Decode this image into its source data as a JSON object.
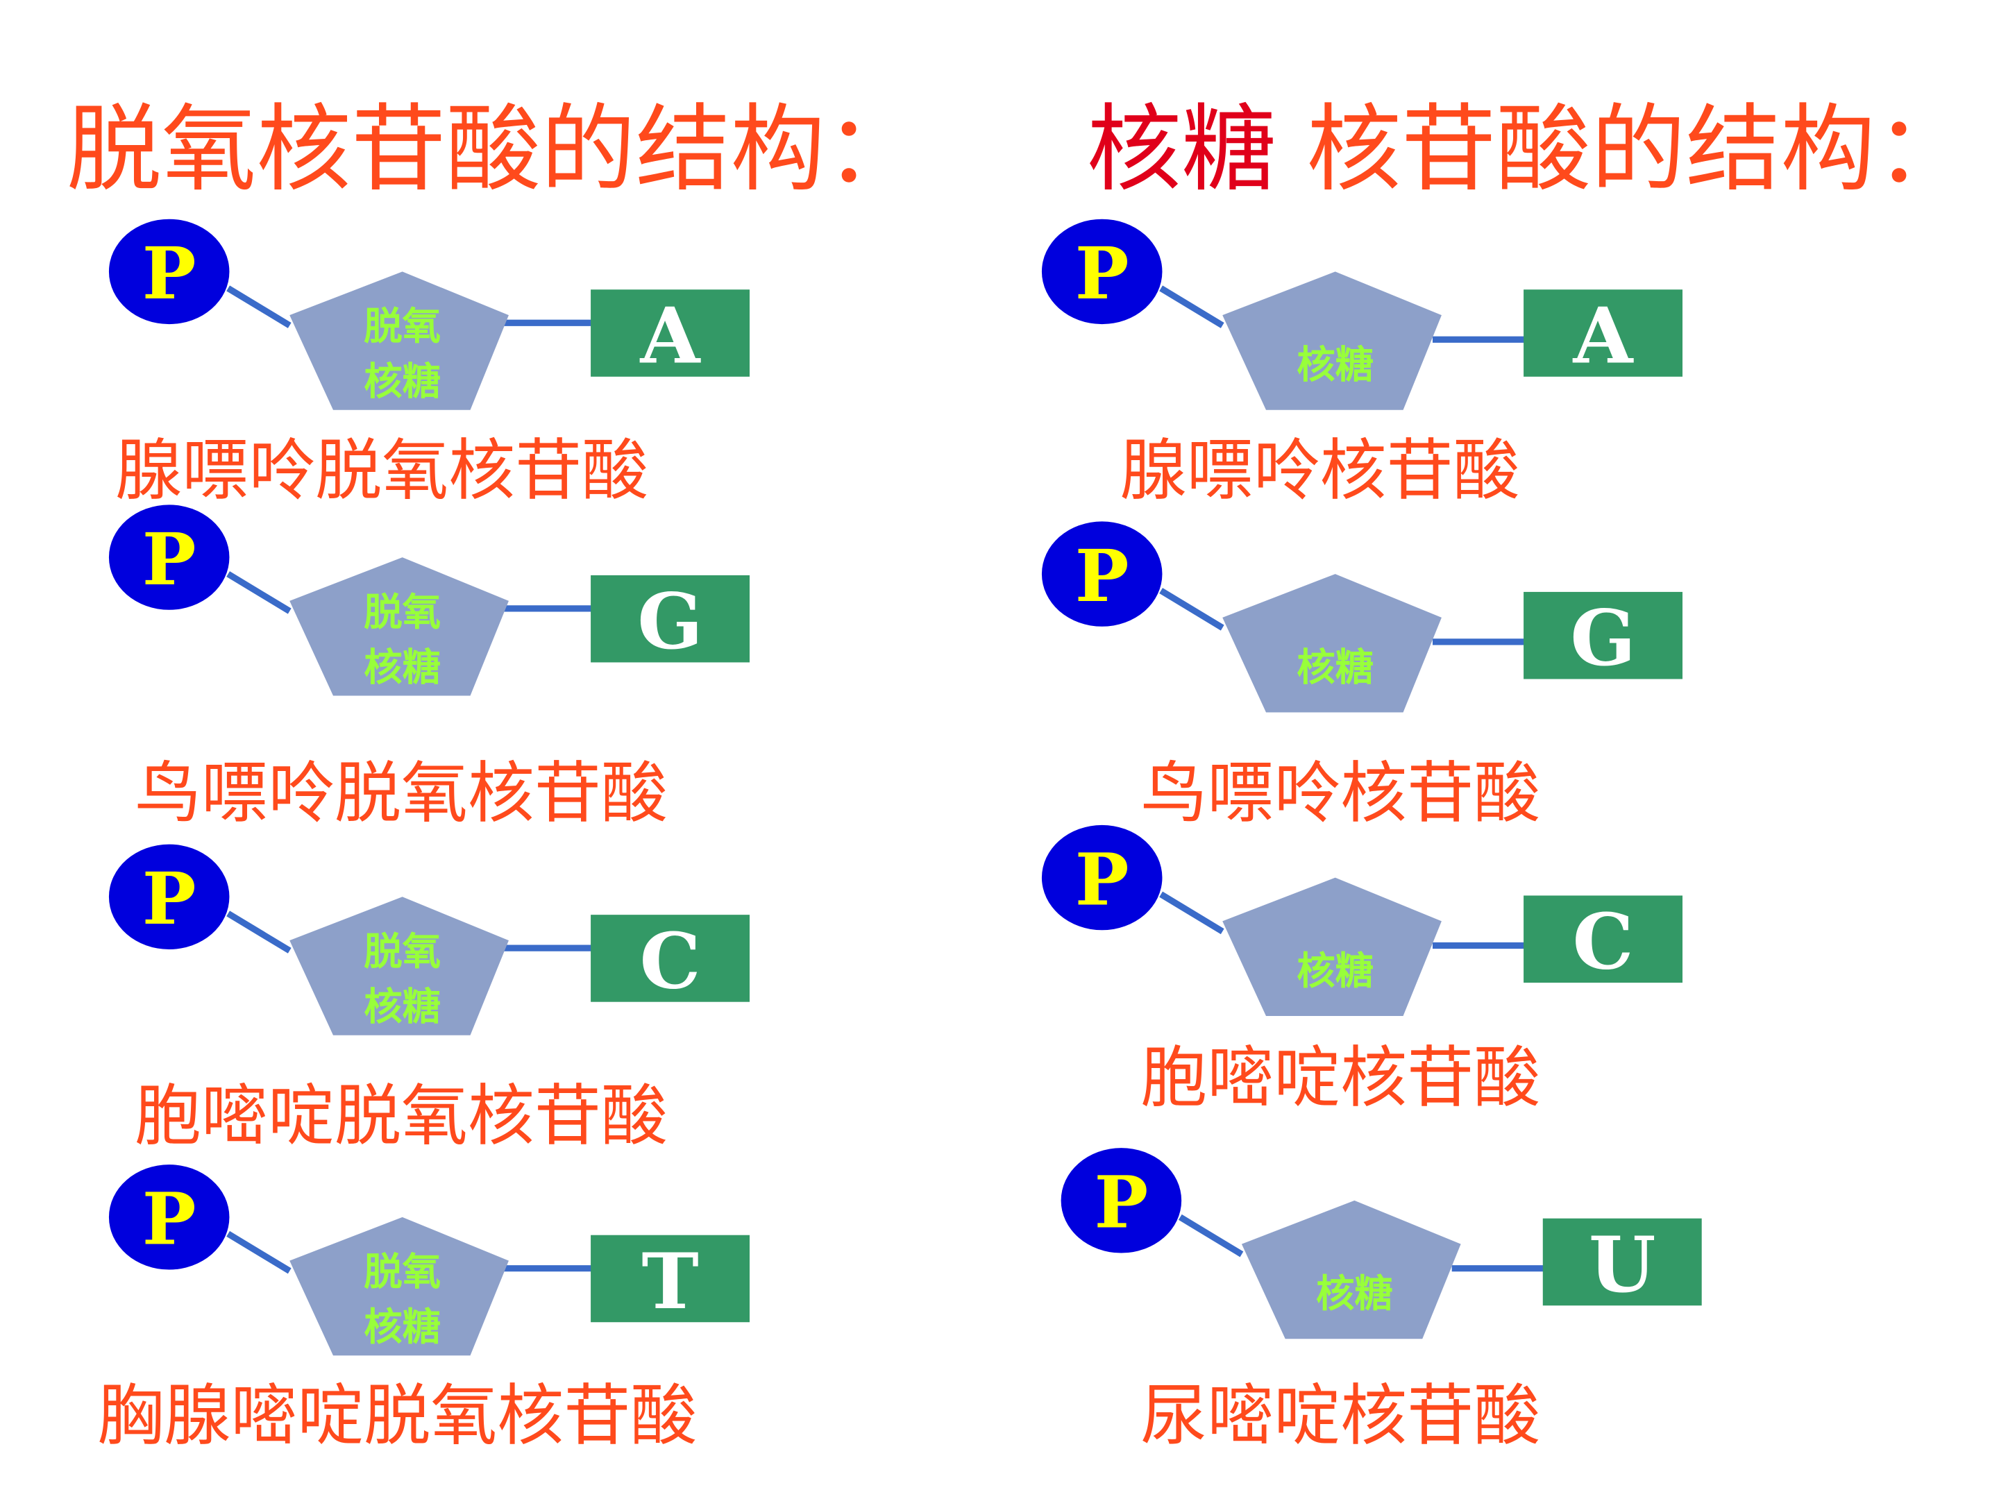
{
  "headings": {
    "left": "脱氧核苷酸的结构：",
    "right_prefix": "核糖",
    "right_rest": " 核苷酸的结构："
  },
  "colors": {
    "heading": "#ff4a1c",
    "phosphate_fill": "#0000dd",
    "phosphate_text": "#ffff00",
    "sugar_fill": "#8da0c9",
    "sugar_text": "#98ff3a",
    "base_fill": "#339966",
    "base_text": "#ffffff",
    "bond": "#3a6bc9"
  },
  "left": {
    "sugar_label_line1": "脱氧",
    "sugar_label_line2": "核糖",
    "items": [
      {
        "phosphate": "P",
        "base": "A",
        "name": "腺嘌呤脱氧核苷酸"
      },
      {
        "phosphate": "P",
        "base": "G",
        "name": "鸟嘌呤脱氧核苷酸"
      },
      {
        "phosphate": "P",
        "base": "C",
        "name": "胞嘧啶脱氧核苷酸"
      },
      {
        "phosphate": "P",
        "base": "T",
        "name": "胸腺嘧啶脱氧核苷酸"
      }
    ]
  },
  "right": {
    "sugar_label": "核糖",
    "items": [
      {
        "phosphate": "P",
        "base": "A",
        "name": "腺嘌呤核苷酸"
      },
      {
        "phosphate": "P",
        "base": "G",
        "name": "鸟嘌呤核苷酸"
      },
      {
        "phosphate": "P",
        "base": "C",
        "name": "胞嘧啶核苷酸"
      },
      {
        "phosphate": "P",
        "base": "U",
        "name": "尿嘧啶核苷酸"
      }
    ]
  }
}
